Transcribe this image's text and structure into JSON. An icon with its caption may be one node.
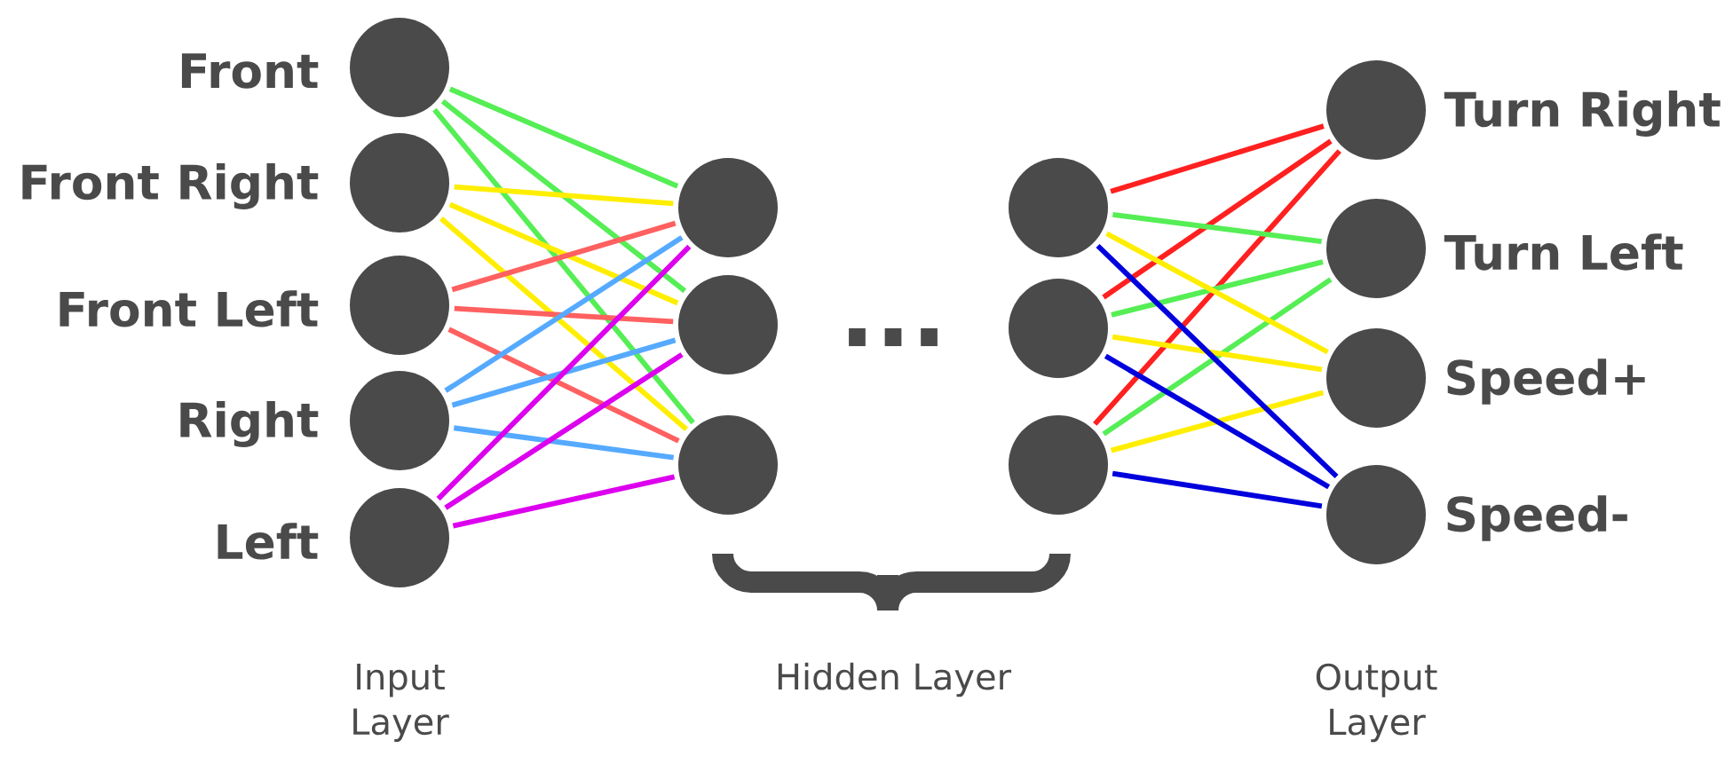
{
  "diagram": {
    "nodes": [
      {
        "text": [],
        "shape": "circle",
        "beside": [
          "Front"
        ]
      },
      {
        "text": [],
        "shape": "circle",
        "beside": [
          "Front Right"
        ]
      },
      {
        "text": [],
        "shape": "circle",
        "beside": [
          "Front Left"
        ]
      },
      {
        "text": [],
        "shape": "circle",
        "beside": [
          "Right"
        ]
      },
      {
        "text": [],
        "shape": "circle",
        "beside": [
          "Left"
        ]
      },
      {
        "text": [],
        "shape": "circle"
      },
      {
        "text": [],
        "shape": "circle"
      },
      {
        "text": [],
        "shape": "circle"
      },
      {
        "text": [],
        "shape": "circle"
      },
      {
        "text": [],
        "shape": "circle"
      },
      {
        "text": [],
        "shape": "circle"
      },
      {
        "text": [],
        "shape": "circle",
        "beside": [
          "Turn Right"
        ]
      },
      {
        "text": [],
        "shape": "circle",
        "beside": [
          "Turn Left"
        ]
      },
      {
        "text": [],
        "shape": "circle",
        "beside": [
          "Speed+"
        ]
      },
      {
        "text": [],
        "shape": "circle",
        "beside": [
          "Speed-"
        ]
      }
    ],
    "edges": [
      {
        "from": 0,
        "to": 5,
        "arrow": "none",
        "color": "#55ee55"
      },
      {
        "from": 0,
        "to": 6,
        "arrow": "none",
        "color": "#55ee55"
      },
      {
        "from": 0,
        "to": 7,
        "arrow": "none",
        "color": "#55ee55"
      },
      {
        "from": 1,
        "to": 5,
        "arrow": "none",
        "color": "#ffee00"
      },
      {
        "from": 1,
        "to": 6,
        "arrow": "none",
        "color": "#ffee00"
      },
      {
        "from": 1,
        "to": 7,
        "arrow": "none",
        "color": "#ffee00"
      },
      {
        "from": 2,
        "to": 5,
        "arrow": "none",
        "color": "#ff6060"
      },
      {
        "from": 2,
        "to": 6,
        "arrow": "none",
        "color": "#ff6060"
      },
      {
        "from": 2,
        "to": 7,
        "arrow": "none",
        "color": "#ff6060"
      },
      {
        "from": 3,
        "to": 5,
        "arrow": "none",
        "color": "#55aaff"
      },
      {
        "from": 3,
        "to": 6,
        "arrow": "none",
        "color": "#55aaff"
      },
      {
        "from": 3,
        "to": 7,
        "arrow": "none",
        "color": "#55aaff"
      },
      {
        "from": 4,
        "to": 5,
        "arrow": "none",
        "color": "#dd00ee"
      },
      {
        "from": 4,
        "to": 6,
        "arrow": "none",
        "color": "#dd00ee"
      },
      {
        "from": 4,
        "to": 7,
        "arrow": "none",
        "color": "#dd00ee"
      },
      {
        "from": 8,
        "to": 11,
        "arrow": "none",
        "color": "#ff2020"
      },
      {
        "from": 9,
        "to": 11,
        "arrow": "none",
        "color": "#ff2020"
      },
      {
        "from": 10,
        "to": 11,
        "arrow": "none",
        "color": "#ff2020"
      },
      {
        "from": 8,
        "to": 12,
        "arrow": "none",
        "color": "#55ee55"
      },
      {
        "from": 9,
        "to": 12,
        "arrow": "none",
        "color": "#55ee55"
      },
      {
        "from": 10,
        "to": 12,
        "arrow": "none",
        "color": "#55ee55"
      },
      {
        "from": 8,
        "to": 13,
        "arrow": "none",
        "color": "#ffee00"
      },
      {
        "from": 9,
        "to": 13,
        "arrow": "none",
        "color": "#ffee00"
      },
      {
        "from": 10,
        "to": 13,
        "arrow": "none",
        "color": "#ffee00"
      },
      {
        "from": 8,
        "to": 14,
        "arrow": "none",
        "color": "#0000dd"
      },
      {
        "from": 9,
        "to": 14,
        "arrow": "none",
        "color": "#0000dd"
      },
      {
        "from": 10,
        "to": 14,
        "arrow": "none",
        "color": "#0000dd"
      }
    ],
    "labels": [
      "...",
      "Input Layer",
      "Hidden Layer",
      "Output Layer"
    ]
  }
}
